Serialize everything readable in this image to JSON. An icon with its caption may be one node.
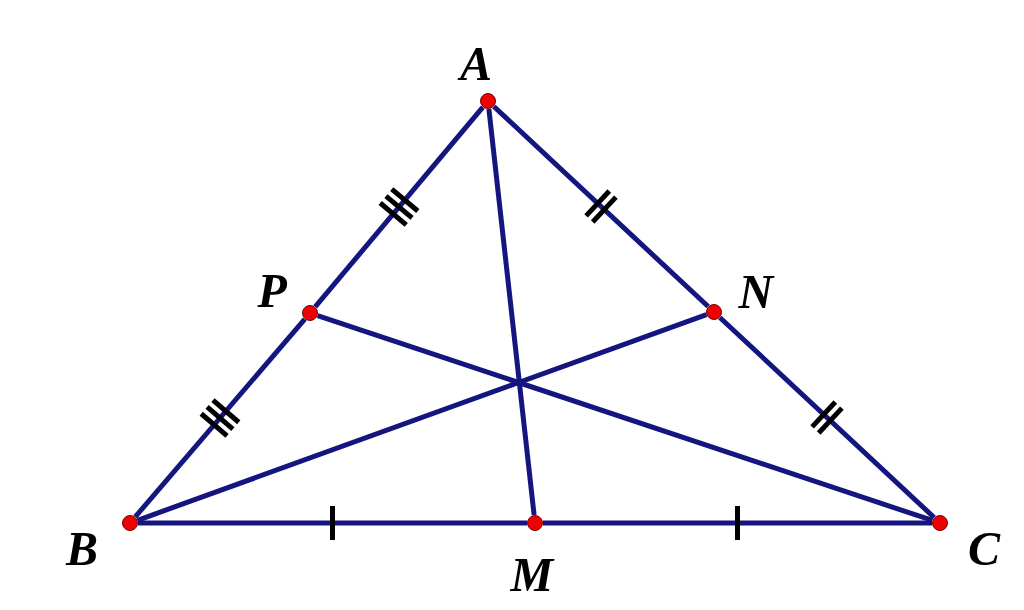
{
  "diagram": {
    "nodes": [
      {
        "text": [
          "A"
        ]
      },
      {
        "text": [
          "P"
        ]
      },
      {
        "text": [
          "N"
        ]
      },
      {
        "text": [
          "B"
        ]
      },
      {
        "text": [
          "M"
        ]
      },
      {
        "text": [
          "C"
        ]
      }
    ],
    "edges": [
      {
        "from": 0,
        "to": 1,
        "arrow": "none"
      },
      {
        "from": 1,
        "to": 3,
        "arrow": "none"
      },
      {
        "from": 0,
        "to": 2,
        "arrow": "none"
      },
      {
        "from": 2,
        "to": 5,
        "arrow": "none"
      },
      {
        "from": 3,
        "to": 4,
        "arrow": "none"
      },
      {
        "from": 4,
        "to": 5,
        "arrow": "none"
      },
      {
        "from": 0,
        "to": 4,
        "arrow": "none"
      },
      {
        "from": 3,
        "to": 2,
        "arrow": "none"
      },
      {
        "from": 5,
        "to": 1,
        "arrow": "none"
      }
    ]
  }
}
